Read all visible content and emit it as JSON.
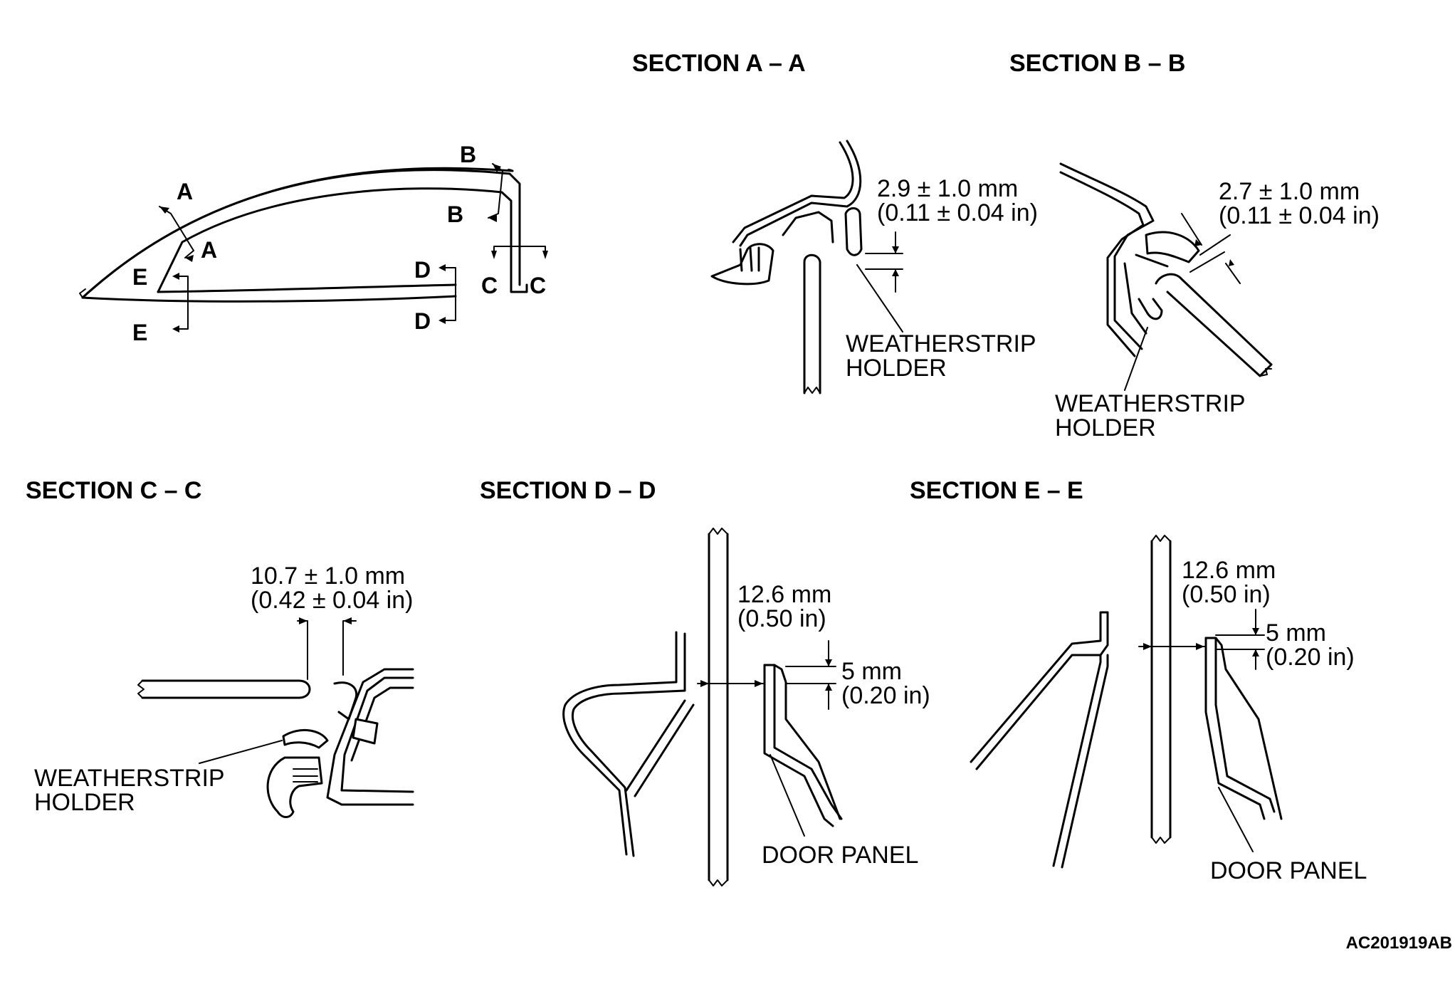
{
  "overview": {
    "cut_labels": [
      "A",
      "A",
      "B",
      "B",
      "C",
      "C",
      "D",
      "D",
      "E",
      "E"
    ]
  },
  "sections": {
    "aa": {
      "title": "SECTION A – A",
      "dim_mm": "2.9 ± 1.0 mm",
      "dim_in": "(0.11 ± 0.04 in)",
      "callout_1": "WEATHERSTRIP",
      "callout_2": "HOLDER"
    },
    "bb": {
      "title": "SECTION B – B",
      "dim_mm": "2.7 ± 1.0 mm",
      "dim_in": "(0.11 ± 0.04 in)",
      "callout_1": "WEATHERSTRIP",
      "callout_2": "HOLDER"
    },
    "cc": {
      "title": "SECTION C – C",
      "dim_mm": "10.7 ± 1.0 mm",
      "dim_in": "(0.42 ± 0.04 in)",
      "callout_1": "WEATHERSTRIP",
      "callout_2": "HOLDER"
    },
    "dd": {
      "title": "SECTION D – D",
      "dim1_mm": "12.6 mm",
      "dim1_in": "(0.50 in)",
      "dim2_mm": "5 mm",
      "dim2_in": "(0.20 in)",
      "callout": "DOOR PANEL"
    },
    "ee": {
      "title": "SECTION E – E",
      "dim1_mm": "12.6 mm",
      "dim1_in": "(0.50 in)",
      "dim2_mm": "5 mm",
      "dim2_in": "(0.20 in)",
      "callout": "DOOR PANEL"
    }
  },
  "figure_code": "AC201919AB"
}
